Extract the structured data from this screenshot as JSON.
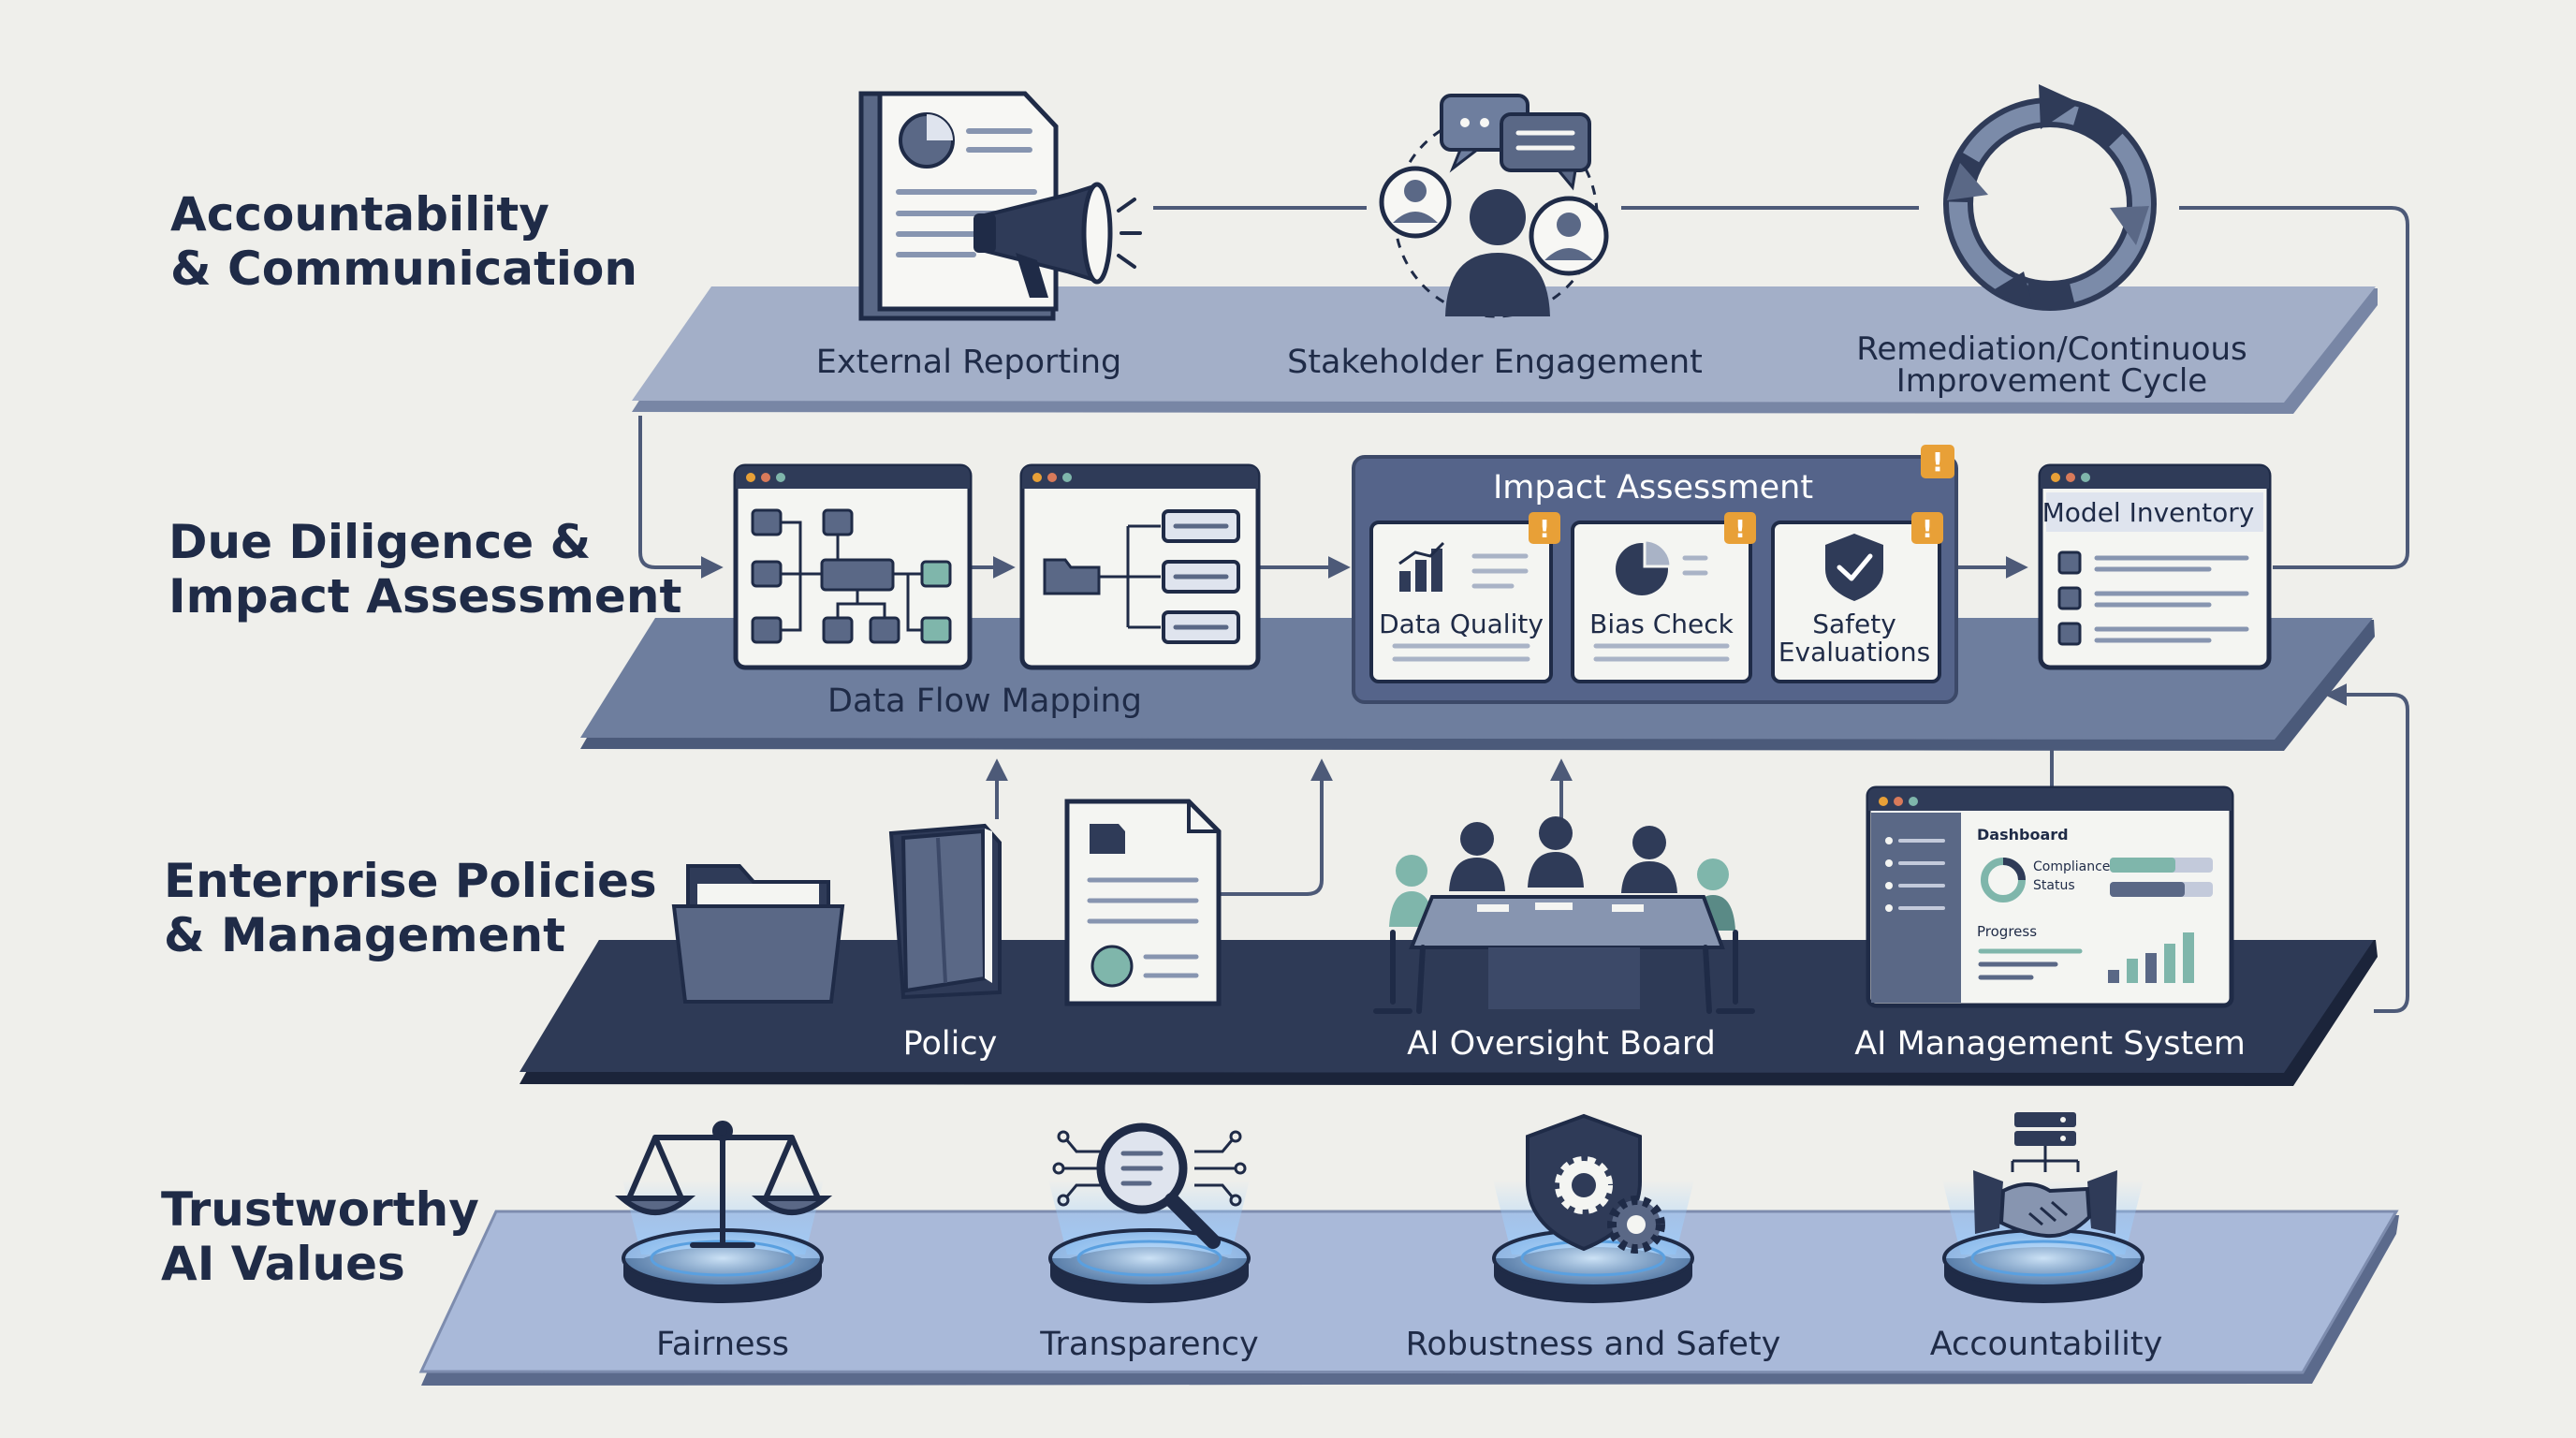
{
  "layers": {
    "accountability": {
      "title_line1": "Accountability",
      "title_line2": "& Communication",
      "items": {
        "external_reporting": "External Reporting",
        "stakeholder_engagement": "Stakeholder Engagement",
        "remediation_line1": "Remediation/Continuous",
        "remediation_line2": "Improvement Cycle"
      }
    },
    "due_diligence": {
      "title_line1": "Due Diligence &",
      "title_line2": "Impact Assessment",
      "items": {
        "data_flow_mapping": "Data Flow Mapping",
        "impact_assessment": "Impact Assessment",
        "data_quality": "Data Quality",
        "bias_check": "Bias Check",
        "safety_line1": "Safety",
        "safety_line2": "Evaluations",
        "model_inventory": "Model Inventory",
        "alert_mark": "!"
      }
    },
    "enterprise": {
      "title_line1": "Enterprise Policies",
      "title_line2": "& Management",
      "items": {
        "policy": "Policy",
        "oversight_board": "AI Oversight Board",
        "management_system": "AI Management System",
        "dashboard": "Dashboard",
        "compliance_line1": "Compliance",
        "compliance_line2": "Status",
        "progress": "Progress"
      }
    },
    "values": {
      "title_line1": "Trustworthy",
      "title_line2": "AI Values",
      "items": {
        "fairness": "Fairness",
        "transparency": "Transparency",
        "robustness": "Robustness and Safety",
        "accountability": "Accountability"
      }
    }
  },
  "colors": {
    "background": "#efefeb",
    "navy": "#1f2b47",
    "top_platform": "#a3afc8",
    "middle_platform": "#6e7e9e",
    "enterprise_platform": "#2e3a56",
    "values_platform": "#a9b9d9",
    "alert": "#e8a037",
    "teal": "#7fb6ab"
  }
}
